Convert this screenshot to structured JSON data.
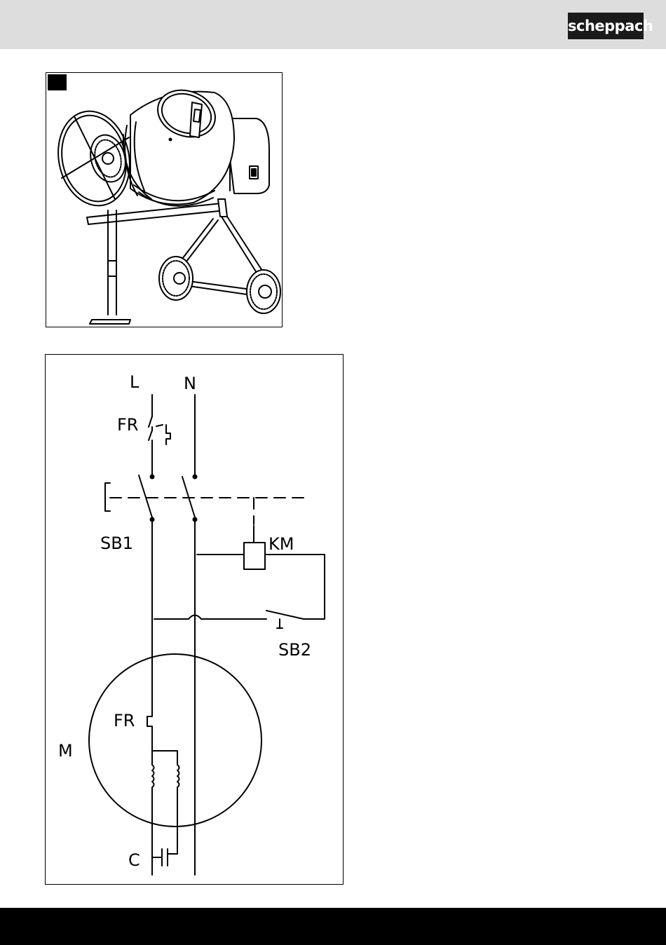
{
  "header": {
    "logo_text": "scheppach",
    "background": "#dddddd"
  },
  "figure_1": {
    "badge_color": "#000000",
    "subject": "cement mixer drawing"
  },
  "figure_2": {
    "labels": {
      "L": "L",
      "N": "N",
      "FR_top": "FR",
      "SB1": "SB1",
      "KM": "KM",
      "SB2": "SB2",
      "FR_motor": "FR",
      "M": "M",
      "C": "C"
    }
  },
  "footer": {
    "background": "#000000"
  }
}
